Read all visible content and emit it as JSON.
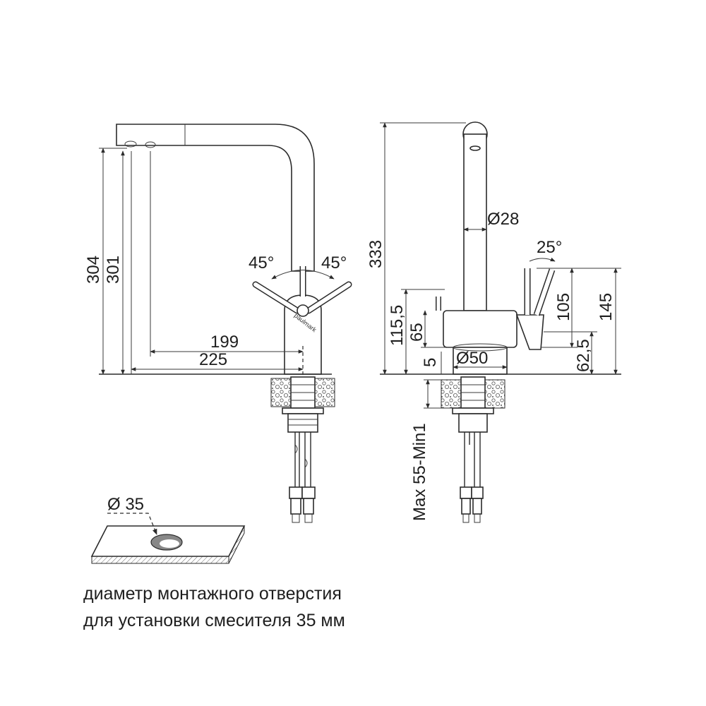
{
  "side_view": {
    "dims": {
      "h304": "304",
      "h301": "301",
      "l199": "199",
      "l225": "225",
      "a45_left": "45°",
      "a45_right": "45°"
    },
    "brand": "paulmark"
  },
  "front_view": {
    "dims": {
      "h333": "333",
      "d28": "Ø28",
      "a25": "25°",
      "h145": "145",
      "h105": "105",
      "h115_5": "115,5",
      "h65": "65",
      "h62_5": "62,5",
      "h5": "5",
      "d50": "Ø50",
      "countertop": "Max 55-Min1"
    }
  },
  "mounting_hole": {
    "dim": "Ø 35",
    "caption_line1": "диаметр монтажного отверстия",
    "caption_line2": "для установки смесителя 35 мм"
  }
}
